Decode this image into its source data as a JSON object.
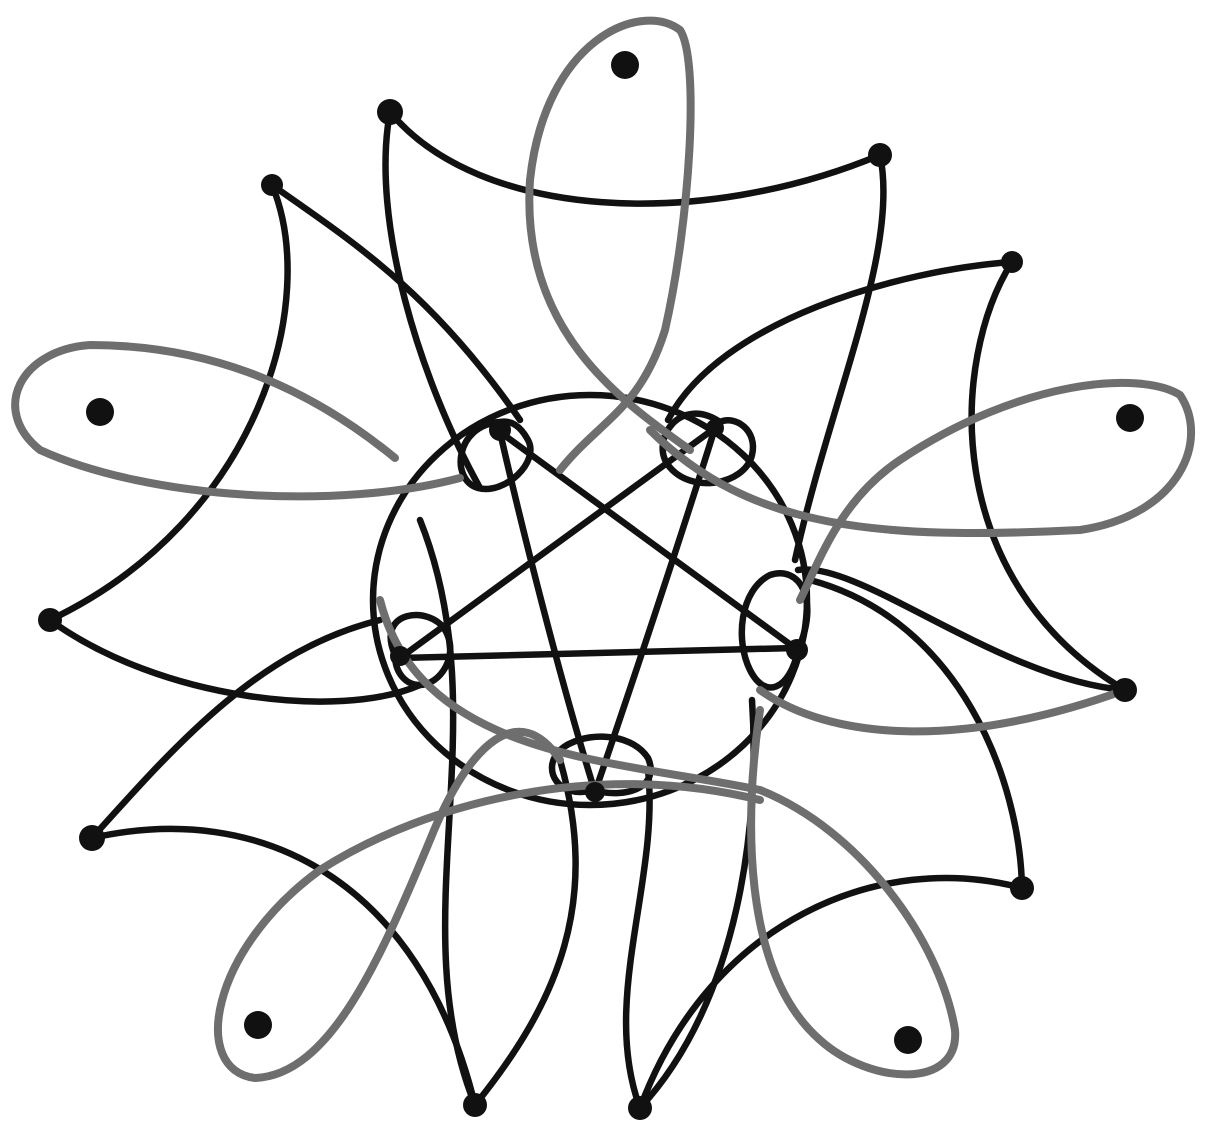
{
  "diagram": {
    "kind": "hand-drawn graph drawing",
    "colors": {
      "ink": "#111111",
      "gray_ink": "#6e6e6e",
      "background": "#ffffff"
    },
    "counts": {
      "black_outer_vertices": 10,
      "gray_loop_vertices": 5,
      "inner_vertices": 5,
      "central_circles": 1
    }
  }
}
